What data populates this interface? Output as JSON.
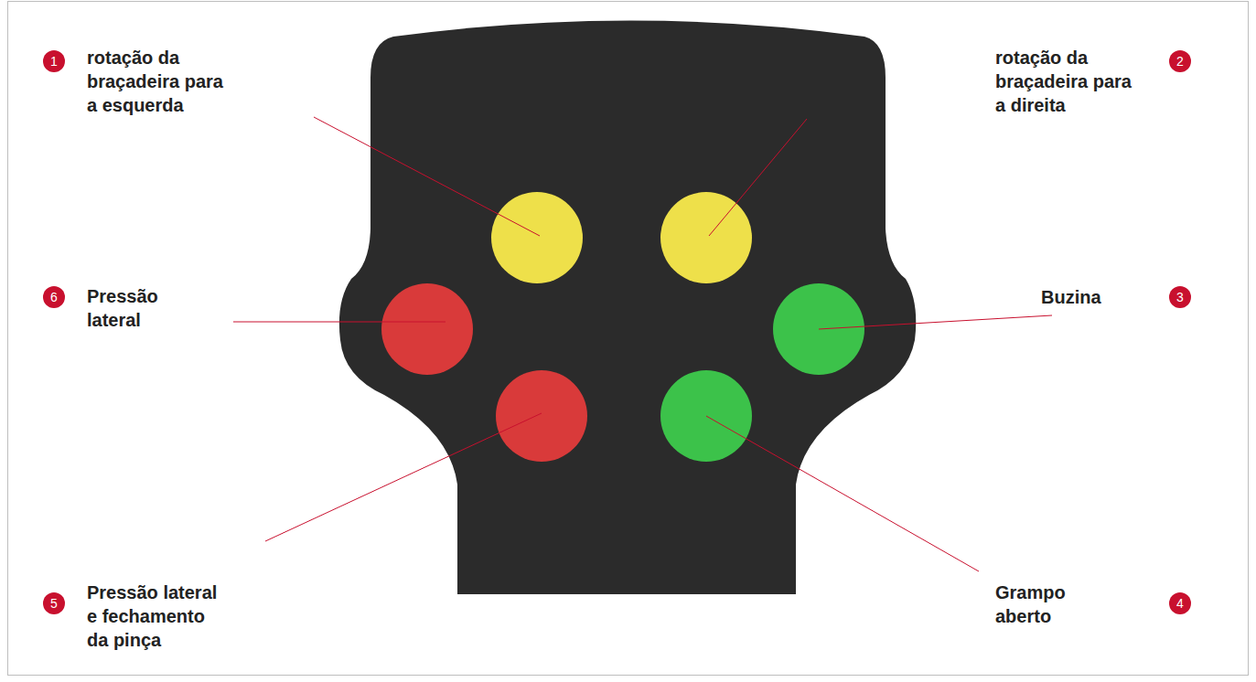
{
  "diagram": {
    "nodes": [
      {
        "text": [
          "1"
        ]
      },
      {
        "text": [
          "2"
        ]
      },
      {
        "text": [
          "6"
        ]
      },
      {
        "text": [
          "3"
        ]
      },
      {
        "text": [
          "5"
        ]
      },
      {
        "text": [
          "4"
        ]
      }
    ],
    "labels": [
      "rotação da braçadeira para a esquerda",
      "rotação da braçadeira para a direita",
      "Pressão lateral",
      "Buzina",
      "Pressão lateral e fechamento da pinça",
      "Grampo aberto"
    ]
  }
}
